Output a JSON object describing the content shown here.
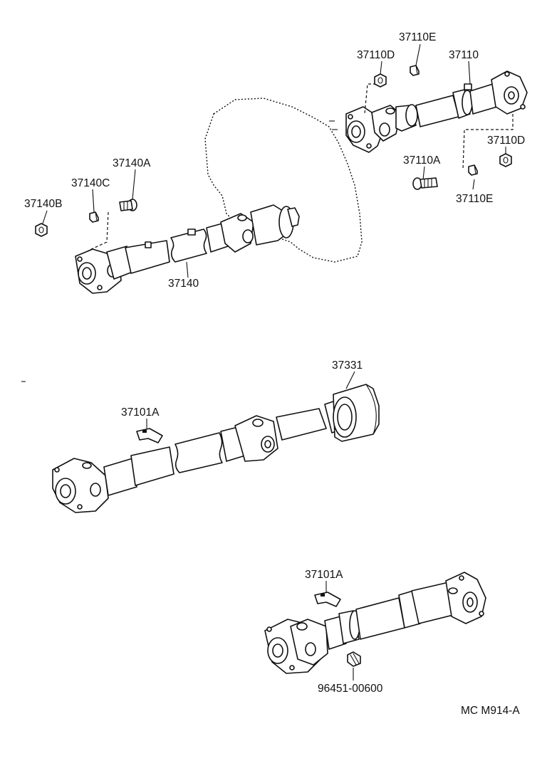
{
  "diagram": {
    "part_labels": {
      "p37110E_top": "37110E",
      "p37110D_top": "37110D",
      "p37110": "37110",
      "p37110D_right": "37110D",
      "p37110A": "37110A",
      "p37110E_bottom": "37110E",
      "p37140A": "37140A",
      "p37140C": "37140C",
      "p37140B": "37140B",
      "p37140": "37140",
      "p37331": "37331",
      "p37101A_middle": "37101A",
      "p37101A_bottom": "37101A",
      "p96451": "96451-00600"
    },
    "figure_code": "MC M914-A"
  }
}
